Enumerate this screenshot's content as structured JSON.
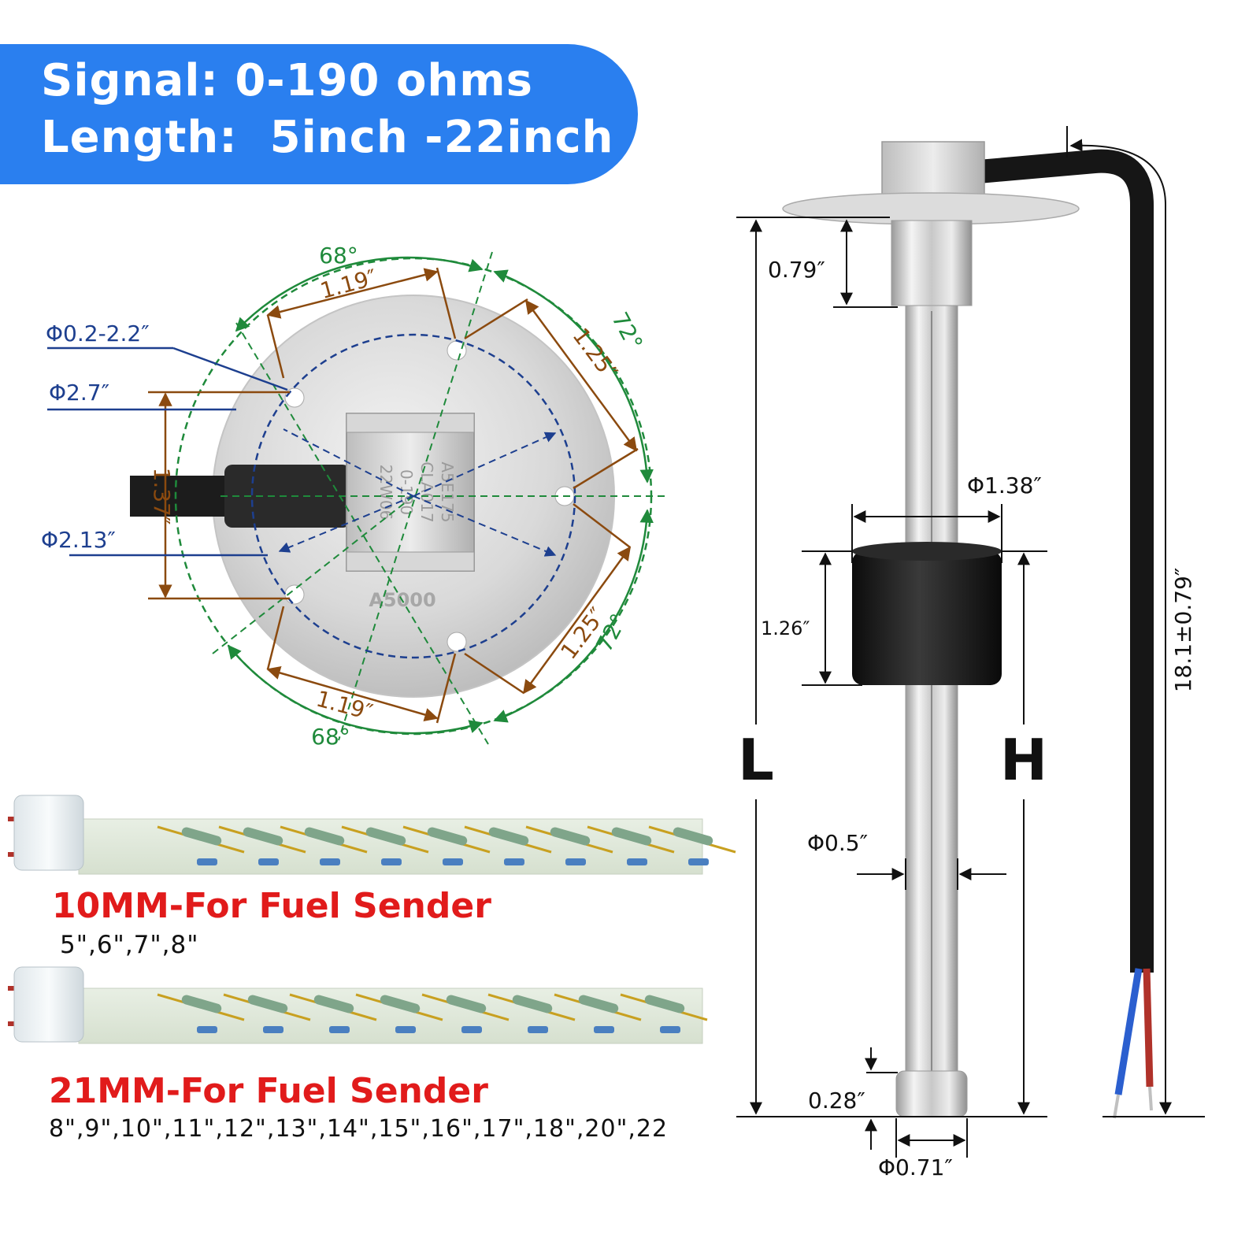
{
  "banner": {
    "signal": "Signal: 0-190 ohms",
    "length": "Length:  5inch -22inch",
    "color": "#2a7fef"
  },
  "flange": {
    "phi_holes": "Φ0.2-2.2″",
    "phi_outer": "Φ2.7″",
    "phi_inner": "Φ2.13″",
    "height": "1.37″",
    "chord_top": "1.19″",
    "chord_bottom": "1.19″",
    "chord_right_top": "1.25″",
    "chord_right_bottom": "1.25″",
    "angle_top": "68°",
    "angle_bottom": "68°",
    "angle_right_top": "72°",
    "angle_right_bottom": "72°",
    "plate_marks": [
      "A5E175",
      "CLA017",
      "0-190",
      "22W06"
    ],
    "plate_code": "A5000"
  },
  "probe": {
    "flange_depth": "0.79″",
    "float_diameter": "Φ1.38″",
    "float_height": "1.26″",
    "total_label": "L",
    "height_label": "H",
    "tube_diameter": "Φ0.5″",
    "bottom_gap": "0.28″",
    "foot_diameter": "Φ0.71″",
    "cable_length": "18.1±0.79″"
  },
  "boards": [
    {
      "title": "10MM-For Fuel Sender",
      "sizes": "5\",6\",7\",8\""
    },
    {
      "title": "21MM-For Fuel Sender",
      "sizes": "8\",9\",10\",11\",12\",13\",14\",15\",16\",17\",18\",20\",22"
    }
  ],
  "colors": {
    "dim_brown": "#8b4a0f",
    "dim_green": "#1f8a3b",
    "dim_blue": "#1d3f8f",
    "caption_red": "#e11b1b"
  }
}
